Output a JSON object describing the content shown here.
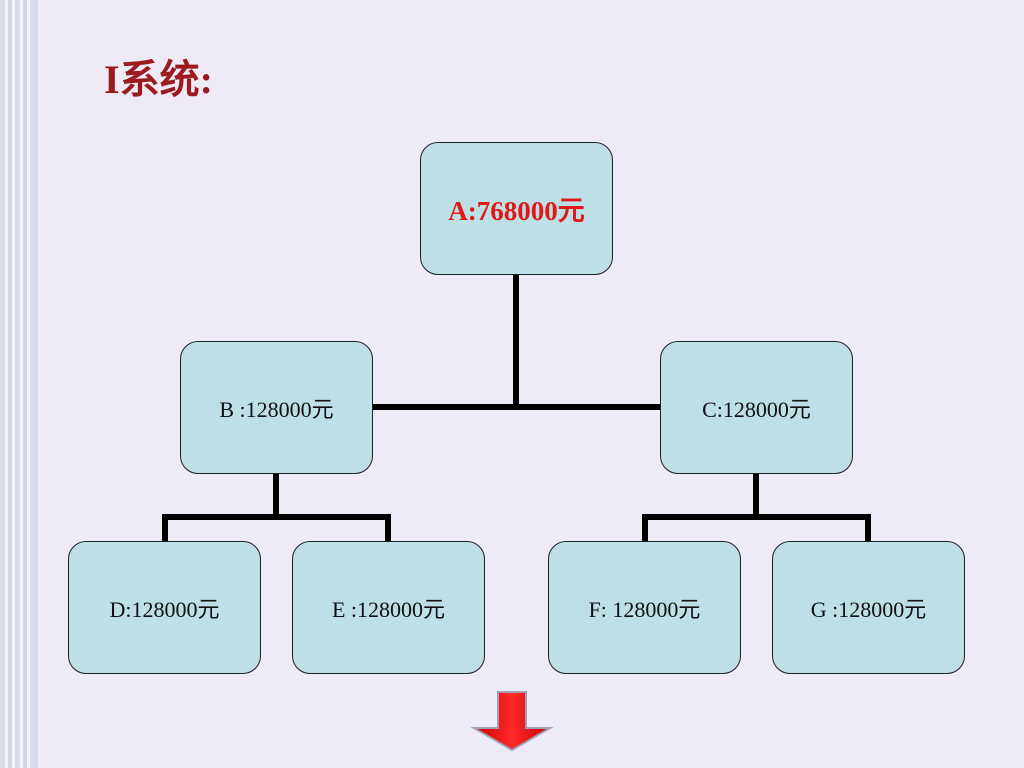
{
  "slide": {
    "title": "I系统:"
  },
  "nodes": {
    "a": {
      "label": "A:768000元"
    },
    "b": {
      "label": "B :128000元"
    },
    "c": {
      "label": "C:128000元"
    },
    "d": {
      "label": "D:128000元"
    },
    "e": {
      "label": "E :128000元"
    },
    "f": {
      "label": "F: 128000元"
    },
    "g": {
      "label": "G :128000元"
    }
  },
  "colors": {
    "node_fill": "#bce0e5",
    "title": "#9b1a1e",
    "root_text": "#e01818",
    "arrow": "#ff1a1a"
  },
  "icons": {
    "down_arrow": "down-arrow-icon"
  }
}
